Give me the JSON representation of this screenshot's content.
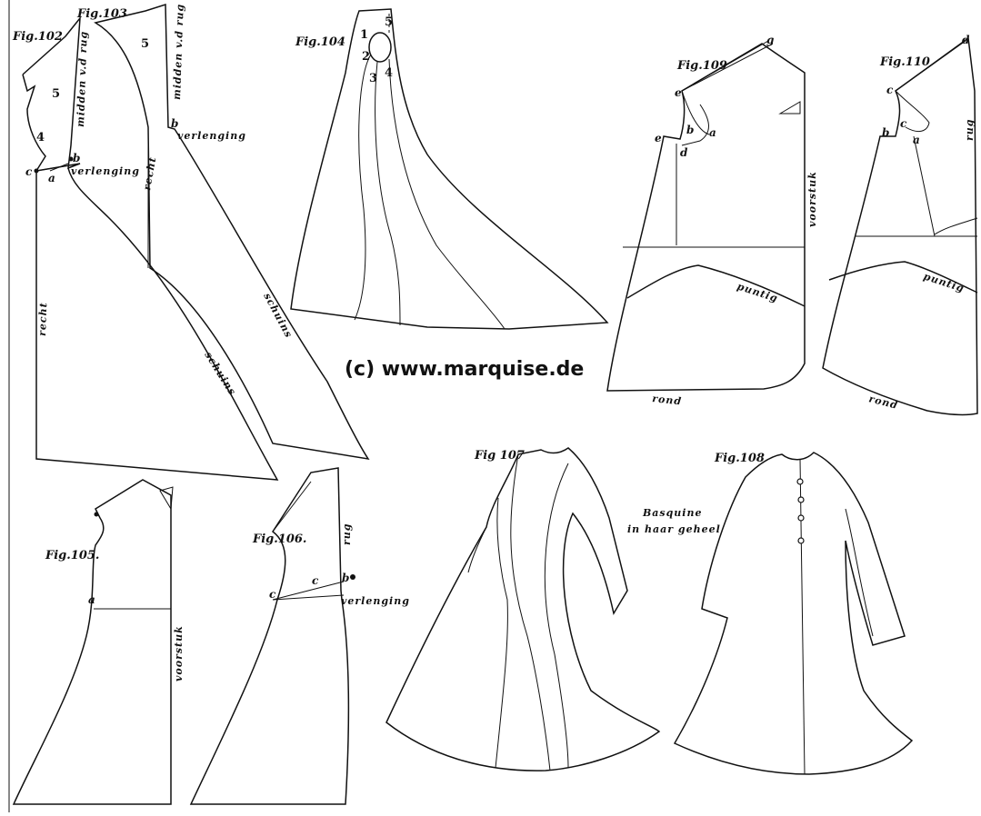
{
  "watermark": "(c) www.marquise.de",
  "figures": {
    "fig102": {
      "title": "Fig.102",
      "label_5": "5",
      "label_4": "4",
      "label_b": "b",
      "label_c": "c",
      "label_a": "a",
      "verlenging": "verlenging",
      "midden": "midden v.d rug",
      "recht": "recht"
    },
    "fig103": {
      "title": "Fig.103",
      "label_5": "5",
      "midden": "midden v.d rug",
      "label_b": "b",
      "verlenging": "verlenging",
      "recht": "recht",
      "schuins": "schuins",
      "schuins2": "schuins"
    },
    "fig104": {
      "title": "Fig.104",
      "n1": "1",
      "n2": "2",
      "n3": "3",
      "n4": "4",
      "n5": "5"
    },
    "fig105": {
      "title": "Fig.105.",
      "label_a": "a",
      "voorstuk": "voorstuk"
    },
    "fig106": {
      "title": "Fig.106.",
      "rug": "rug",
      "label_c1": "c",
      "label_c2": "c",
      "label_b": "b",
      "verlenging": "verlenging"
    },
    "fig107": {
      "title": "Fig 107"
    },
    "fig108": {
      "title": "Fig.108",
      "caption_line1": "Basquine",
      "caption_line2": "in haar geheel"
    },
    "fig109": {
      "title": "Fig.109",
      "label_g": "g",
      "label_e1": "e",
      "label_e2": "e",
      "label_b": "b",
      "label_a": "a",
      "label_d": "d",
      "voorstuk": "voorstuk",
      "puntig": "puntig",
      "rond": "rond"
    },
    "fig110": {
      "title": "Fig.110",
      "label_d": "d",
      "label_c1": "c",
      "label_c2": "c",
      "label_b": "b",
      "label_a": "a",
      "rug": "rug",
      "puntig": "puntig",
      "rond": "rond"
    }
  }
}
